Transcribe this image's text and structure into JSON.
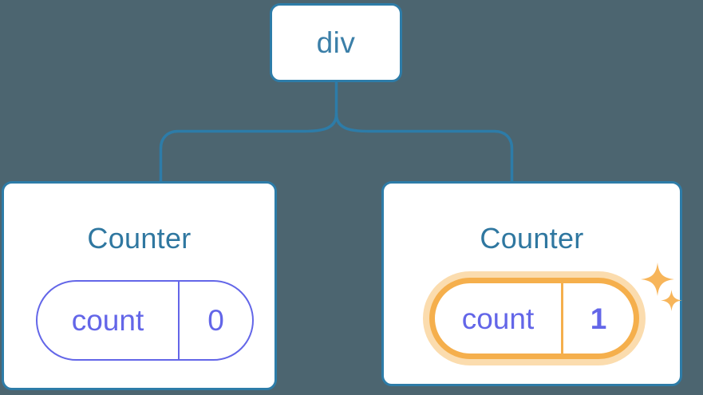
{
  "diagram": {
    "type": "component-tree",
    "background_color": "#4c6570",
    "edge_color": "#2d7ca8",
    "node_border_color": "#2d7ca8",
    "title_color": "#2f77a0",
    "state_color": "#6366e8",
    "highlight_color": "#f5af4c",
    "highlight_glow_color": "#fbdcae"
  },
  "root": {
    "label": "div"
  },
  "children": [
    {
      "title": "Counter",
      "state": {
        "key": "count",
        "value": "0"
      },
      "highlighted": false
    },
    {
      "title": "Counter",
      "state": {
        "key": "count",
        "value": "1"
      },
      "highlighted": true,
      "sparkles": [
        {
          "name": "sparkle-large"
        },
        {
          "name": "sparkle-small"
        }
      ]
    }
  ]
}
